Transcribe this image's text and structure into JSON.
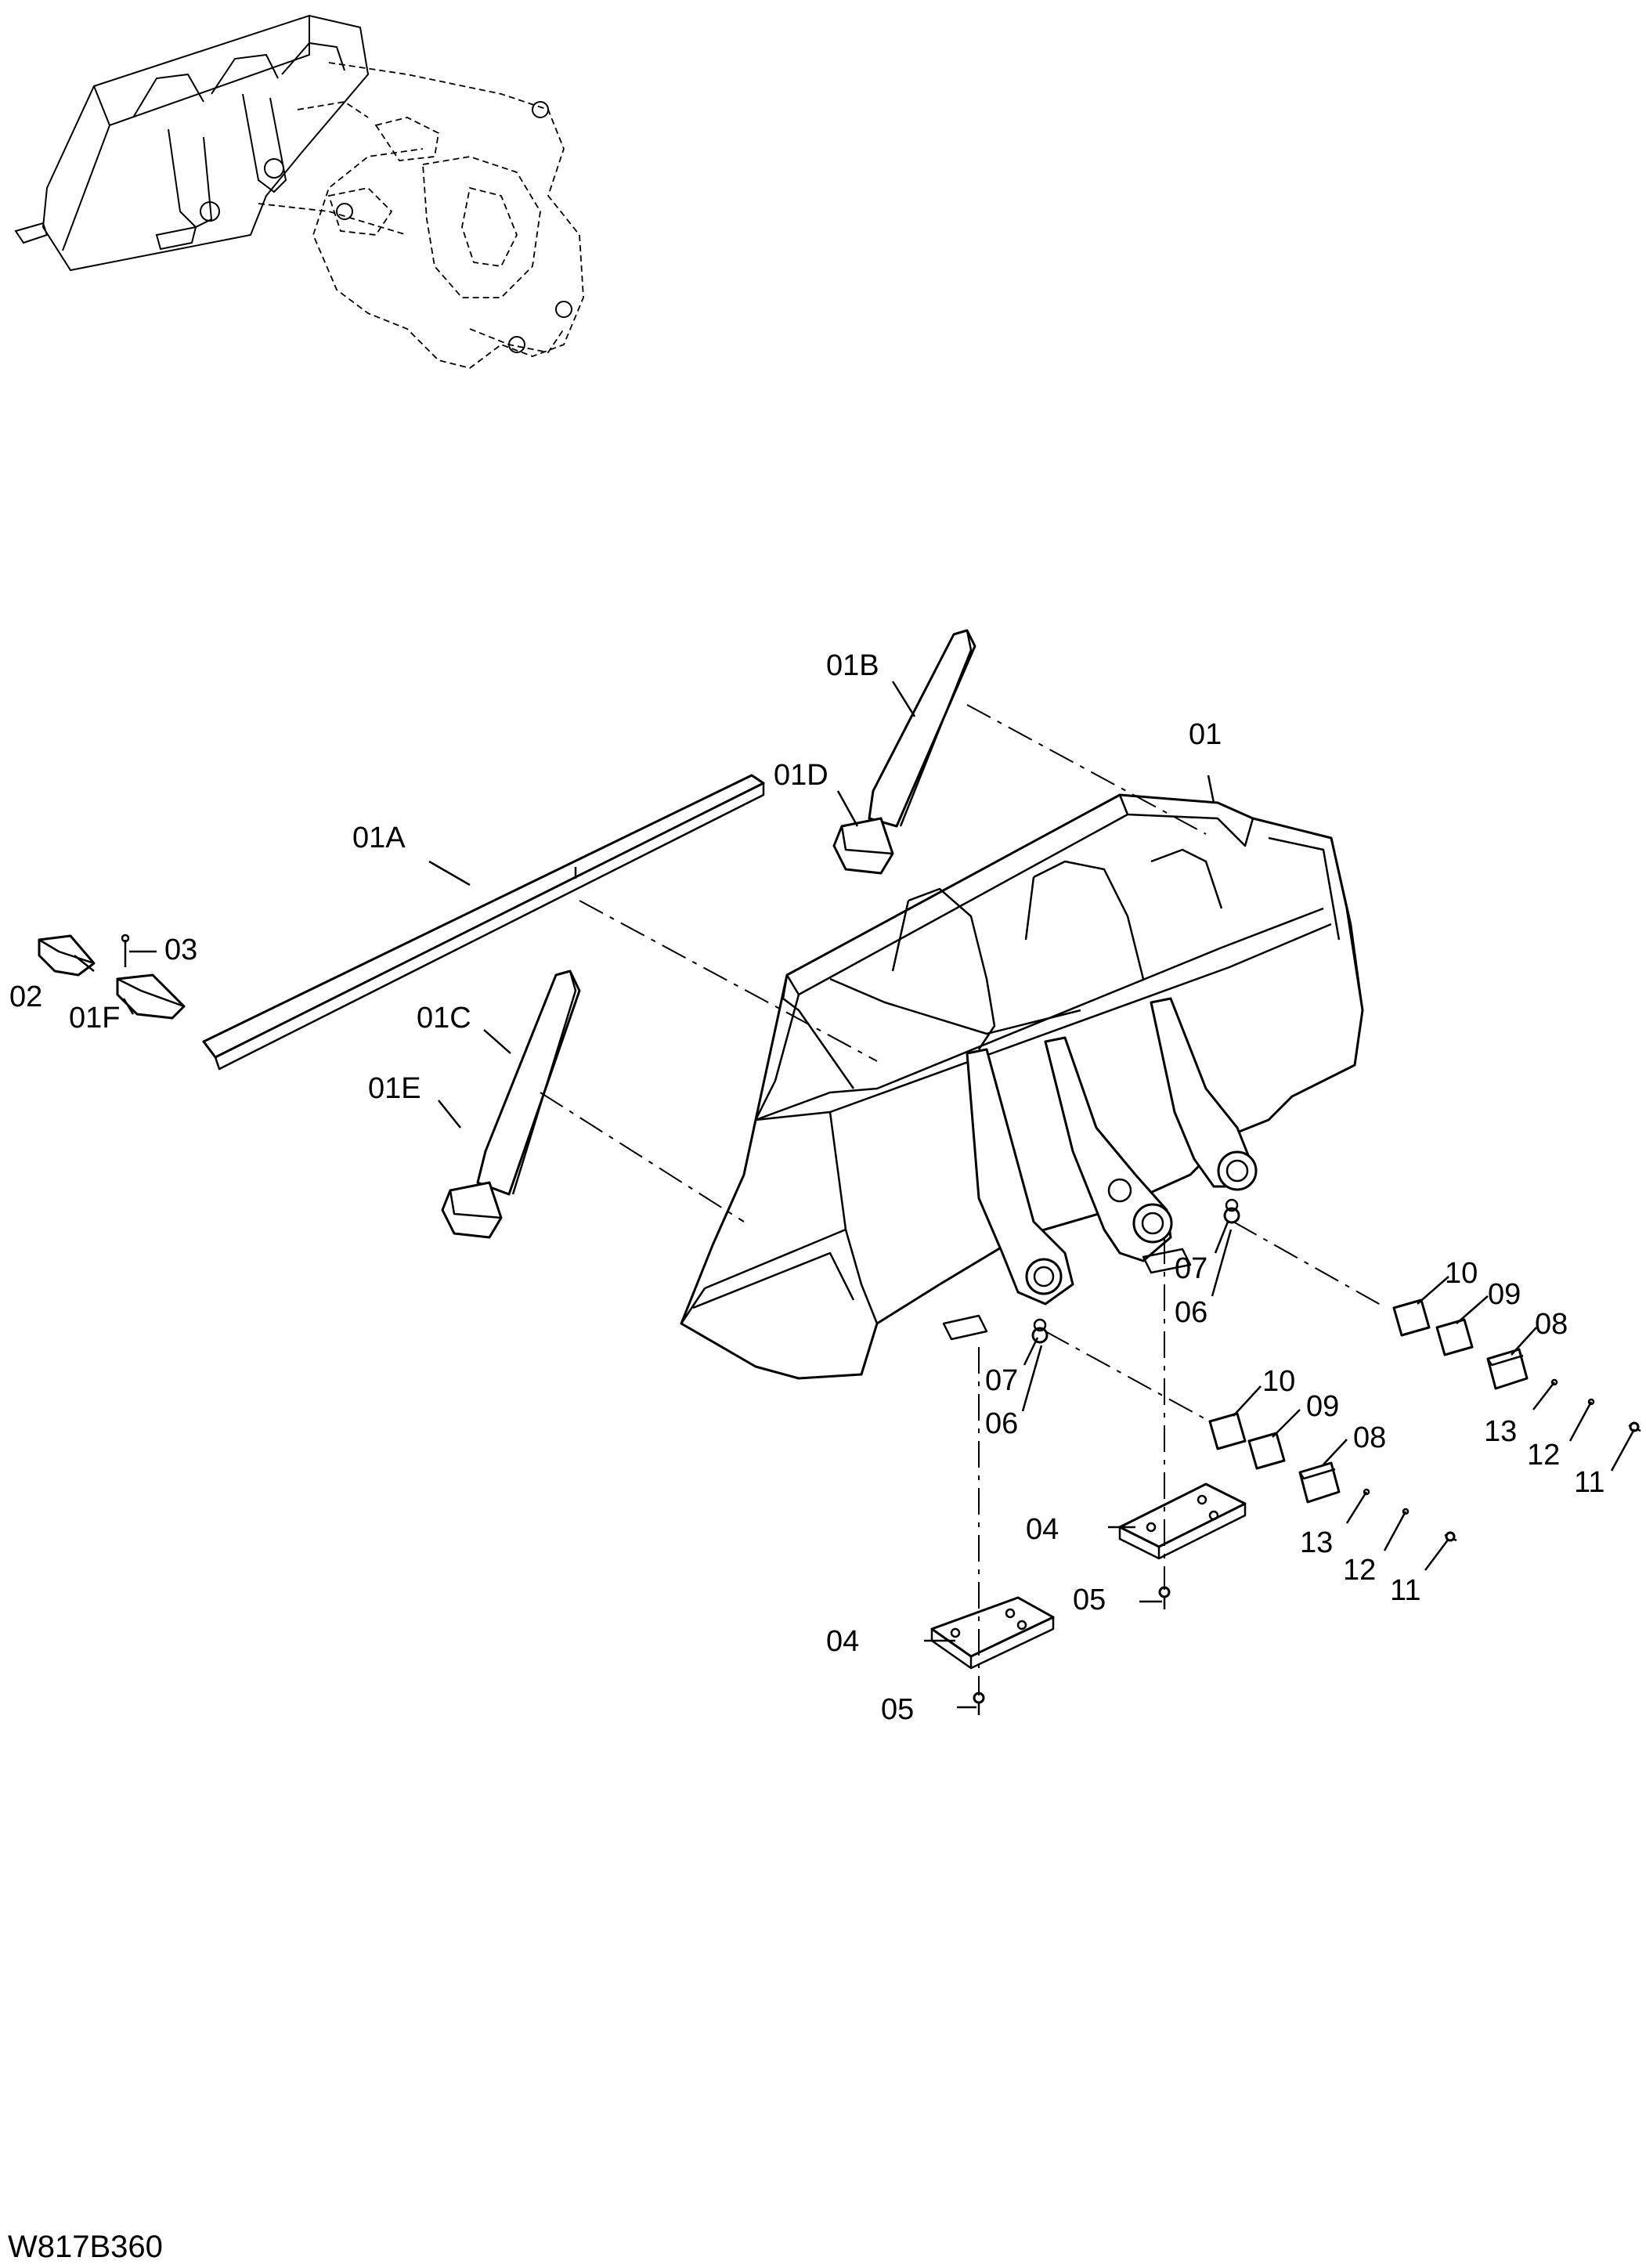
{
  "drawing_code": "W817B360",
  "callouts": {
    "c01": "01",
    "c01A": "01A",
    "c01B": "01B",
    "c01C": "01C",
    "c01D": "01D",
    "c01E": "01E",
    "c01F": "01F",
    "c02": "02",
    "c03": "03",
    "c04_left": "04",
    "c04_right": "04",
    "c05_left": "05",
    "c05_right": "05",
    "c06_left": "06",
    "c06_right": "06",
    "c07_left": "07",
    "c07_right": "07",
    "c08_mid": "08",
    "c08_right": "08",
    "c09_mid": "09",
    "c09_right": "09",
    "c10_mid": "10",
    "c10_right": "10",
    "c11_mid": "11",
    "c11_right": "11",
    "c12_mid": "12",
    "c12_right": "12",
    "c13_mid": "13",
    "c13_right": "13"
  }
}
